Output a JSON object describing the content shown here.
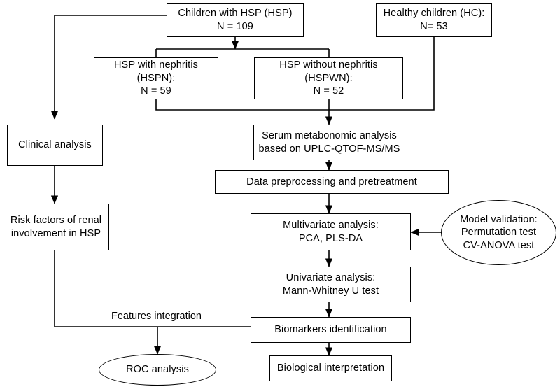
{
  "diagram": {
    "title": "HSP metabonomics study workflow flowchart",
    "type": "flowchart",
    "stroke_color": "#000000",
    "background_color": "#ffffff",
    "nodes": {
      "hsp_cohort": {
        "label": "Children with HSP (HSP)\nN = 109",
        "shape": "rectangle"
      },
      "healthy_children": {
        "label": "Healthy children (HC):\nN= 53",
        "shape": "rectangle"
      },
      "hspn": {
        "label": "HSP with nephritis (HSPN):\nN = 59",
        "shape": "rectangle"
      },
      "hspwn": {
        "label": "HSP without nephritis (HSPWN):\nN = 52",
        "shape": "rectangle"
      },
      "clinical_analysis": {
        "label": "Clinical analysis",
        "shape": "rectangle"
      },
      "risk_factors": {
        "label": "Risk factors of renal\ninvolvement in HSP",
        "shape": "rectangle"
      },
      "serum_metabonomic": {
        "label": "Serum metabonomic analysis\nbased on UPLC-QTOF-MS/MS",
        "shape": "rectangle"
      },
      "data_preprocessing": {
        "label": "Data preprocessing and pretreatment",
        "shape": "rectangle"
      },
      "multivariate": {
        "label": "Multivariate analysis:\nPCA, PLS-DA",
        "shape": "rectangle"
      },
      "model_validation": {
        "label": "Model validation:\nPermutation test\nCV-ANOVA test",
        "shape": "ellipse"
      },
      "univariate": {
        "label": "Univariate analysis:\nMann-Whitney U test",
        "shape": "rectangle"
      },
      "biomarkers": {
        "label": "Biomarkers identification",
        "shape": "rectangle"
      },
      "roc": {
        "label": "ROC analysis",
        "shape": "ellipse"
      },
      "biological": {
        "label": "Biological interpretation",
        "shape": "rectangle"
      }
    },
    "edge_labels": {
      "features_integration": "Features integration"
    }
  }
}
